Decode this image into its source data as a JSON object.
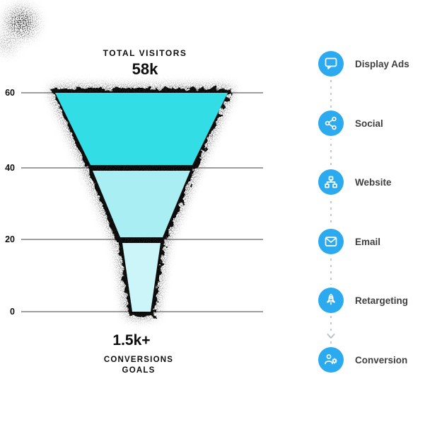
{
  "chart_data": {
    "type": "funnel",
    "title": "TOTAL VISITORS",
    "total_value": "58k",
    "conversions_value": "1.5k+",
    "conversions_label": [
      "CONVERSIONS",
      "GOALS"
    ],
    "ylim": [
      0,
      60
    ],
    "y_ticks": [
      "60",
      "40",
      "20",
      "0"
    ],
    "grid": true,
    "grid_color": "#9e9e9e",
    "shadow_color": "#161616",
    "text_color": "#0e0e0e",
    "stages": [
      {
        "y_from": 60,
        "y_to": 40,
        "color": "#33dde6"
      },
      {
        "y_from": 40,
        "y_to": 20,
        "color": "#a8eef2"
      },
      {
        "y_from": 20,
        "y_to": 0,
        "color": "#cbf5f8"
      }
    ]
  },
  "legend": {
    "icon_color": "#2baaf0",
    "connector_color": "#c0cad2",
    "items": [
      {
        "label": "Display Ads",
        "icon": "display-ads-icon"
      },
      {
        "label": "Social",
        "icon": "social-icon"
      },
      {
        "label": "Website",
        "icon": "website-icon"
      },
      {
        "label": "Email",
        "icon": "email-icon"
      },
      {
        "label": "Retargeting",
        "icon": "retargeting-icon"
      },
      {
        "label": "Conversion",
        "icon": "conversion-icon"
      }
    ]
  }
}
